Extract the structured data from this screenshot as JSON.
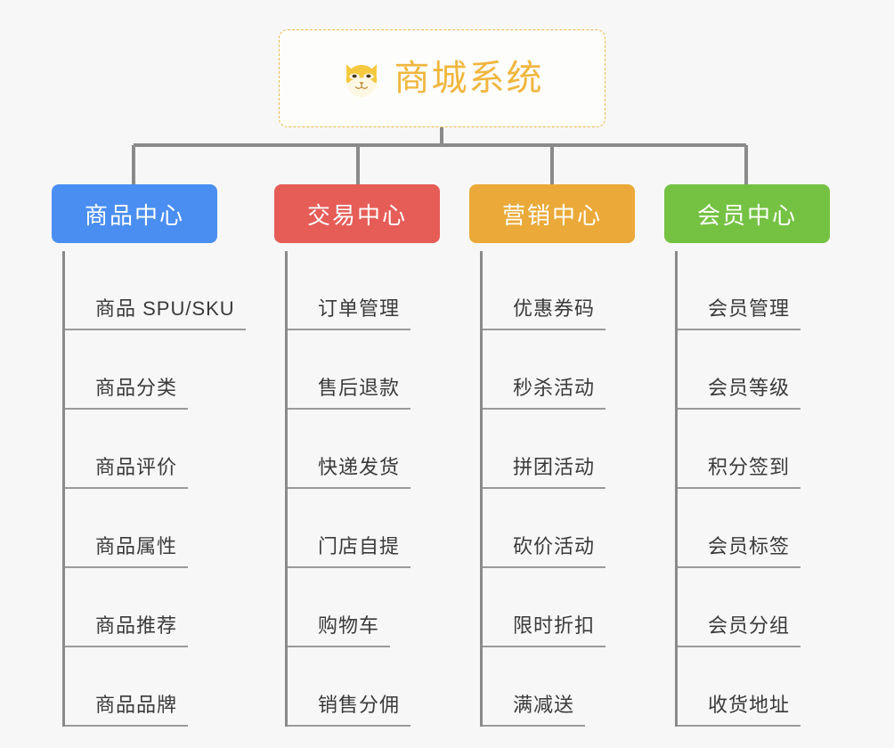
{
  "diagram": {
    "title": "商城系统",
    "root_icon": "dog-face-icon",
    "background_color": "#f7f7f7",
    "root_border_color": "#edb84a",
    "root_text_color": "#f0b63e",
    "connector_color": "#8a8a8a",
    "leaf_text_color": "#3a3a3a",
    "leaf_rule_color": "#9a9a9a",
    "branches": [
      {
        "label": "商品中心",
        "color": "#4a8ef2",
        "items": [
          "商品 SPU/SKU",
          "商品分类",
          "商品评价",
          "商品属性",
          "商品推荐",
          "商品品牌"
        ]
      },
      {
        "label": "交易中心",
        "color": "#e65c57",
        "items": [
          "订单管理",
          "售后退款",
          "快递发货",
          "门店自提",
          "购物车",
          "销售分佣"
        ]
      },
      {
        "label": "营销中心",
        "color": "#eaa938",
        "items": [
          "优惠券码",
          "秒杀活动",
          "拼团活动",
          "砍价活动",
          "限时折扣",
          "满减送"
        ]
      },
      {
        "label": "会员中心",
        "color": "#75c243",
        "items": [
          "会员管理",
          "会员等级",
          "积分签到",
          "会员标签",
          "会员分组",
          "收货地址"
        ]
      }
    ]
  }
}
